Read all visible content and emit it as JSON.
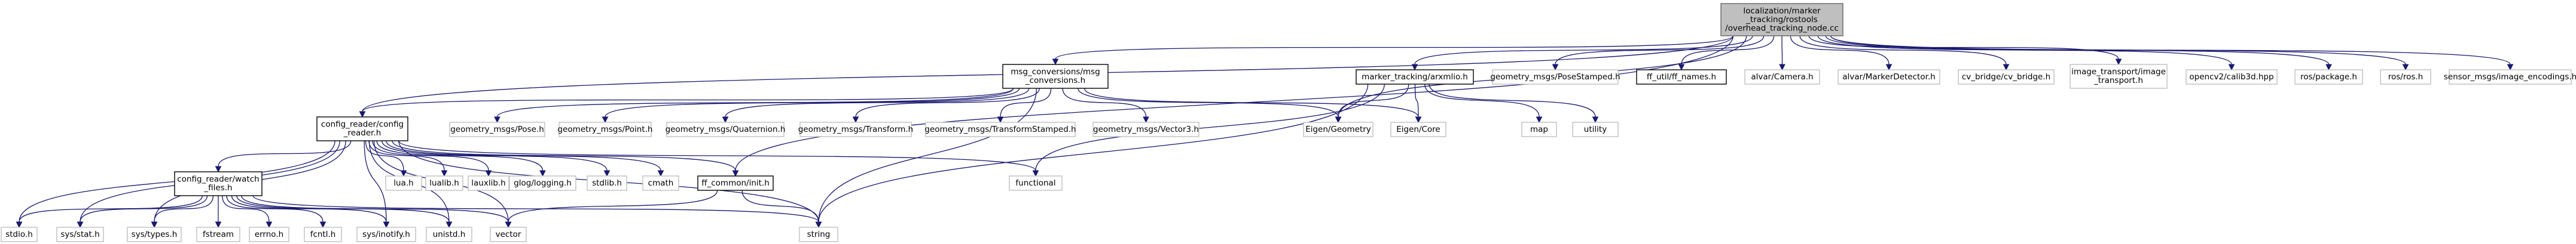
{
  "colors": {
    "edge": "#191970",
    "root_fill": "#bfbfbf",
    "root_stroke": "#666666",
    "internal_stroke": "#000000",
    "external_stroke": "#bfbfbf"
  },
  "nodes": [
    {
      "id": "root",
      "kind": "root",
      "lines": [
        "localization/marker",
        "_tracking/rostools",
        "/overhead_tracking_node.cc"
      ]
    },
    {
      "id": "msg_conv",
      "kind": "internal",
      "lines": [
        "msg_conversions/msg",
        "_conversions.h"
      ]
    },
    {
      "id": "marker_io",
      "kind": "internal",
      "lines": [
        "marker_tracking/arxmlio.h"
      ]
    },
    {
      "id": "pose_stamped",
      "kind": "external",
      "lines": [
        "geometry_msgs/PoseStamped.h"
      ]
    },
    {
      "id": "ff_names",
      "kind": "internal",
      "lines": [
        "ff_util/ff_names.h"
      ]
    },
    {
      "id": "alvar_camera",
      "kind": "external",
      "lines": [
        "alvar/Camera.h"
      ]
    },
    {
      "id": "alvar_marker",
      "kind": "external",
      "lines": [
        "alvar/MarkerDetector.h"
      ]
    },
    {
      "id": "cv_bridge",
      "kind": "external",
      "lines": [
        "cv_bridge/cv_bridge.h"
      ]
    },
    {
      "id": "image_transport",
      "kind": "external",
      "lines": [
        "image_transport/image",
        "_transport.h"
      ]
    },
    {
      "id": "opencv_calib",
      "kind": "external",
      "lines": [
        "opencv2/calib3d.hpp"
      ]
    },
    {
      "id": "ros_package",
      "kind": "external",
      "lines": [
        "ros/package.h"
      ]
    },
    {
      "id": "ros_ros",
      "kind": "external",
      "lines": [
        "ros/ros.h"
      ]
    },
    {
      "id": "sensor_img",
      "kind": "external",
      "lines": [
        "sensor_msgs/image_encodings.h"
      ]
    },
    {
      "id": "config_reader",
      "kind": "internal",
      "lines": [
        "config_reader/config",
        "_reader.h"
      ]
    },
    {
      "id": "pose",
      "kind": "external",
      "lines": [
        "geometry_msgs/Pose.h"
      ]
    },
    {
      "id": "point",
      "kind": "external",
      "lines": [
        "geometry_msgs/Point.h"
      ]
    },
    {
      "id": "quaternion",
      "kind": "external",
      "lines": [
        "geometry_msgs/Quaternion.h"
      ]
    },
    {
      "id": "transform",
      "kind": "external",
      "lines": [
        "geometry_msgs/Transform.h"
      ]
    },
    {
      "id": "transform_stamped",
      "kind": "external",
      "lines": [
        "geometry_msgs/TransformStamped.h"
      ]
    },
    {
      "id": "vector3",
      "kind": "external",
      "lines": [
        "geometry_msgs/Vector3.h"
      ]
    },
    {
      "id": "eigen_geometry",
      "kind": "external",
      "lines": [
        "Eigen/Geometry"
      ]
    },
    {
      "id": "eigen_core",
      "kind": "external",
      "lines": [
        "Eigen/Core"
      ]
    },
    {
      "id": "map",
      "kind": "external",
      "lines": [
        "map"
      ]
    },
    {
      "id": "utility",
      "kind": "external",
      "lines": [
        "utility"
      ]
    },
    {
      "id": "lua",
      "kind": "external",
      "lines": [
        "lua.h"
      ]
    },
    {
      "id": "lualib",
      "kind": "external",
      "lines": [
        "lualib.h"
      ]
    },
    {
      "id": "lauxlib",
      "kind": "external",
      "lines": [
        "lauxlib.h"
      ]
    },
    {
      "id": "glog",
      "kind": "external",
      "lines": [
        "glog/logging.h"
      ]
    },
    {
      "id": "stdlib",
      "kind": "external",
      "lines": [
        "stdlib.h"
      ]
    },
    {
      "id": "cmath",
      "kind": "external",
      "lines": [
        "cmath"
      ]
    },
    {
      "id": "ff_common",
      "kind": "internal",
      "lines": [
        "ff_common/init.h"
      ]
    },
    {
      "id": "functional",
      "kind": "external",
      "lines": [
        "functional"
      ]
    },
    {
      "id": "watch_files",
      "kind": "internal",
      "lines": [
        "config_reader/watch",
        "_files.h"
      ]
    },
    {
      "id": "stdio",
      "kind": "external",
      "lines": [
        "stdio.h"
      ]
    },
    {
      "id": "sys_stat",
      "kind": "external",
      "lines": [
        "sys/stat.h"
      ]
    },
    {
      "id": "sys_types",
      "kind": "external",
      "lines": [
        "sys/types.h"
      ]
    },
    {
      "id": "fstream",
      "kind": "external",
      "lines": [
        "fstream"
      ]
    },
    {
      "id": "errno",
      "kind": "external",
      "lines": [
        "errno.h"
      ]
    },
    {
      "id": "fcntl",
      "kind": "external",
      "lines": [
        "fcntl.h"
      ]
    },
    {
      "id": "sys_inotify",
      "kind": "external",
      "lines": [
        "sys/inotify.h"
      ]
    },
    {
      "id": "unistd",
      "kind": "external",
      "lines": [
        "unistd.h"
      ]
    },
    {
      "id": "vector",
      "kind": "external",
      "lines": [
        "vector"
      ]
    },
    {
      "id": "string",
      "kind": "external",
      "lines": [
        "string"
      ]
    }
  ],
  "edges": [
    [
      "root",
      "msg_conv"
    ],
    [
      "root",
      "marker_io"
    ],
    [
      "root",
      "pose_stamped"
    ],
    [
      "root",
      "ff_names"
    ],
    [
      "root",
      "alvar_camera"
    ],
    [
      "root",
      "alvar_marker"
    ],
    [
      "root",
      "cv_bridge"
    ],
    [
      "root",
      "image_transport"
    ],
    [
      "root",
      "opencv_calib"
    ],
    [
      "root",
      "ros_package"
    ],
    [
      "root",
      "ros_ros"
    ],
    [
      "root",
      "sensor_img"
    ],
    [
      "root",
      "config_reader"
    ],
    [
      "root",
      "ff_common"
    ],
    [
      "root",
      "eigen_geometry"
    ],
    [
      "msg_conv",
      "config_reader"
    ],
    [
      "msg_conv",
      "pose"
    ],
    [
      "msg_conv",
      "point"
    ],
    [
      "msg_conv",
      "quaternion"
    ],
    [
      "msg_conv",
      "transform"
    ],
    [
      "msg_conv",
      "transform_stamped"
    ],
    [
      "msg_conv",
      "vector3"
    ],
    [
      "msg_conv",
      "eigen_geometry"
    ],
    [
      "msg_conv",
      "eigen_core"
    ],
    [
      "msg_conv",
      "string"
    ],
    [
      "marker_io",
      "eigen_geometry"
    ],
    [
      "marker_io",
      "eigen_core"
    ],
    [
      "marker_io",
      "map"
    ],
    [
      "marker_io",
      "utility"
    ],
    [
      "marker_io",
      "string"
    ],
    [
      "marker_io",
      "functional"
    ],
    [
      "config_reader",
      "lua"
    ],
    [
      "config_reader",
      "lualib"
    ],
    [
      "config_reader",
      "lauxlib"
    ],
    [
      "config_reader",
      "glog"
    ],
    [
      "config_reader",
      "stdlib"
    ],
    [
      "config_reader",
      "cmath"
    ],
    [
      "config_reader",
      "ff_common"
    ],
    [
      "config_reader",
      "functional"
    ],
    [
      "config_reader",
      "watch_files"
    ],
    [
      "config_reader",
      "stdio"
    ],
    [
      "config_reader",
      "sys_stat"
    ],
    [
      "config_reader",
      "sys_types"
    ],
    [
      "config_reader",
      "sys_inotify"
    ],
    [
      "config_reader",
      "unistd"
    ],
    [
      "config_reader",
      "vector"
    ],
    [
      "config_reader",
      "string"
    ],
    [
      "watch_files",
      "stdio"
    ],
    [
      "watch_files",
      "sys_stat"
    ],
    [
      "watch_files",
      "sys_types"
    ],
    [
      "watch_files",
      "fstream"
    ],
    [
      "watch_files",
      "errno"
    ],
    [
      "watch_files",
      "fcntl"
    ],
    [
      "watch_files",
      "sys_inotify"
    ],
    [
      "watch_files",
      "unistd"
    ],
    [
      "watch_files",
      "vector"
    ],
    [
      "watch_files",
      "string"
    ],
    [
      "ff_common",
      "string"
    ],
    [
      "ff_common",
      "vector"
    ]
  ]
}
